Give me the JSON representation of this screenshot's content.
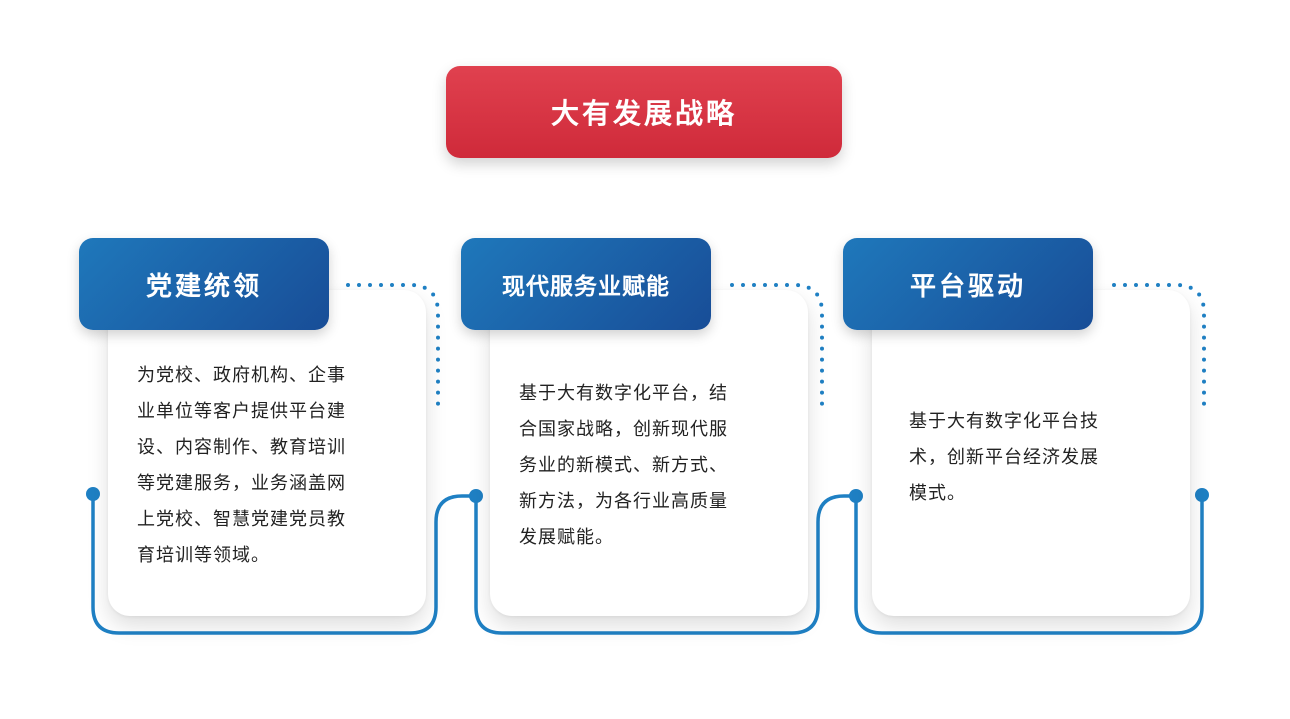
{
  "title": "大有发展战略",
  "columns": [
    {
      "heading": "党建统领",
      "lines": [
        "为党校、政府机构、企事",
        "业单位等客户提供平台建",
        "设、内容制作、教育培训",
        "等党建服务，业务涵盖网",
        "上党校、智慧党建党员教",
        "育培训等领域。"
      ]
    },
    {
      "heading": "现代服务业赋能",
      "lines": [
        "基于大有数字化平台，结",
        "合国家战略，创新现代服",
        "务业的新模式、新方式、",
        "新方法，为各行业高质量",
        "发展赋能。"
      ]
    },
    {
      "heading": "平台驱动",
      "lines": [
        "基于大有数字化平台技",
        "术，创新平台经济发展",
        "模式。"
      ]
    }
  ],
  "colors": {
    "title_red": "#d6303f",
    "header_blue": "#1b5fa5",
    "connector_blue": "#1f80c4"
  }
}
